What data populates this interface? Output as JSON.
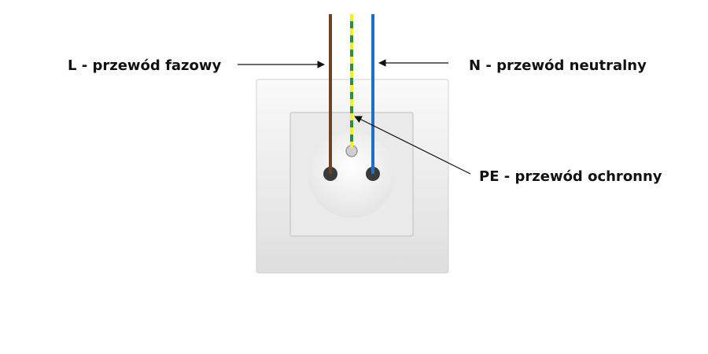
{
  "labels": {
    "live": "L - przewód fazowy",
    "neutral": "N - przewód neutralny",
    "earth": "PE - przewód ochronny"
  },
  "wire_colors": {
    "live": "#6b4226",
    "neutral": "#1f6fc9",
    "earth_primary": "#2f8f3a",
    "earth_stripe": "#f2ee2a"
  },
  "socket_colors": {
    "plate": "#efefef",
    "frame": "#e2e2e2",
    "recess": "#f6f6f6",
    "pin": "#3a3a3a"
  }
}
